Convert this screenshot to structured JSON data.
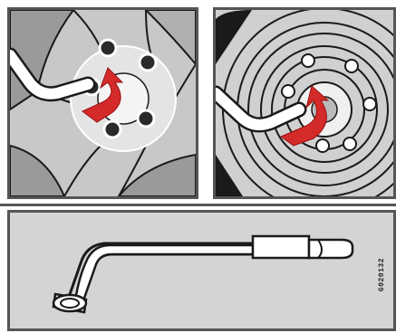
{
  "figure": {
    "panels": [
      {
        "id": "alloy-wheel",
        "caption": ""
      },
      {
        "id": "steel-wheel",
        "caption": ""
      },
      {
        "id": "wheel-wrench",
        "caption": ""
      }
    ],
    "reference_code": "G020132",
    "colors": {
      "panel_background": "#d4d4d4",
      "border": "#555555",
      "outline": "#1a1a1a",
      "arrow": "#d42a2a",
      "tool": "#ffffff"
    },
    "icons": [
      "wheel-wrench-icon",
      "rotation-arrow-icon",
      "lug-nut-icon"
    ]
  }
}
